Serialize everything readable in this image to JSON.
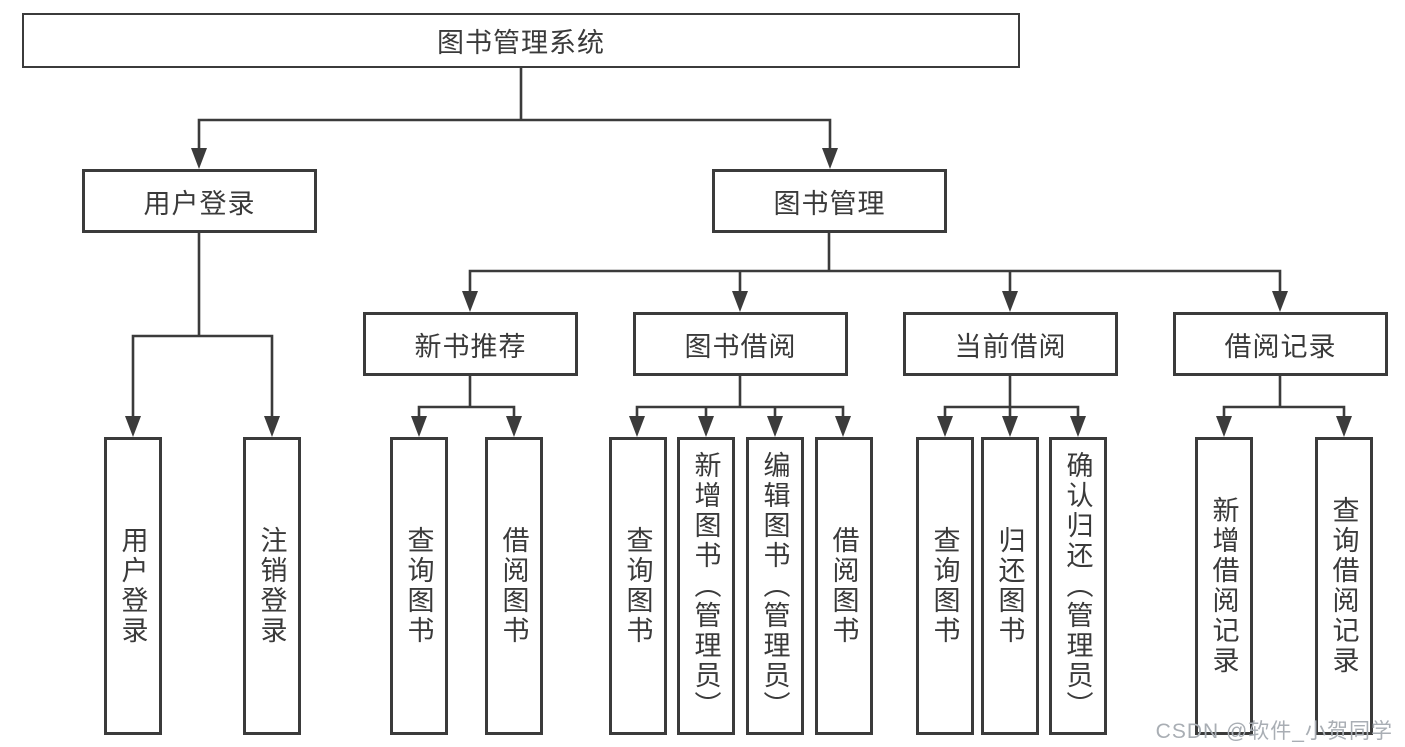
{
  "watermark": {
    "text": "CSDN @软件_小贺同学"
  },
  "colors": {
    "line": "#3b3b3b",
    "box_border": "#3b3b3b",
    "text": "#3a3a3a",
    "background": "#ffffff",
    "watermark": "#a9aeb4"
  },
  "tree": {
    "label": "图书管理系统",
    "children": [
      {
        "label": "用户登录",
        "children": [
          {
            "label": "用户登录"
          },
          {
            "label": "注销登录"
          }
        ]
      },
      {
        "label": "图书管理",
        "children": [
          {
            "label": "新书推荐",
            "children": [
              {
                "label": "查询图书"
              },
              {
                "label": "借阅图书"
              }
            ]
          },
          {
            "label": "图书借阅",
            "children": [
              {
                "label": "查询图书"
              },
              {
                "label": "新增图书（管理员）"
              },
              {
                "label": "编辑图书（管理员）"
              },
              {
                "label": "借阅图书"
              }
            ]
          },
          {
            "label": "当前借阅",
            "children": [
              {
                "label": "查询图书"
              },
              {
                "label": "归还图书"
              },
              {
                "label": "确认归还（管理员）"
              }
            ]
          },
          {
            "label": "借阅记录",
            "children": [
              {
                "label": "新增借阅记录"
              },
              {
                "label": "查询借阅记录"
              }
            ]
          }
        ]
      }
    ]
  }
}
